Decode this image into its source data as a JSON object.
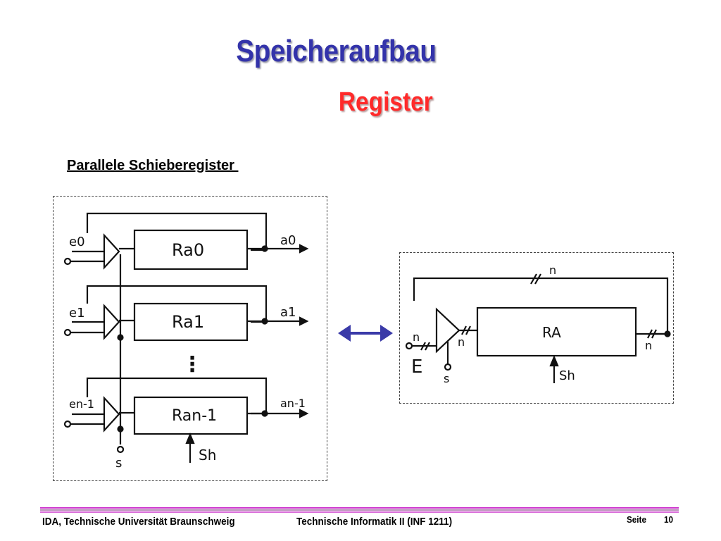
{
  "slide": {
    "title": "Speicheraufbau",
    "subtitle": "Register",
    "section_heading": "Parallele Schieberegister "
  },
  "diagram_left": {
    "inputs": [
      "e0",
      "e1",
      "en-1"
    ],
    "registers": [
      "Ra0",
      "Ra1",
      "Ran-1"
    ],
    "outputs": [
      "a0",
      "a1",
      "an-1"
    ],
    "ellipsis": "⋮",
    "select_label": "s",
    "shift_label": "Sh"
  },
  "diagram_right": {
    "bus_width": "n",
    "input_label": "E",
    "register": "RA",
    "select_label": "s",
    "shift_label": "Sh"
  },
  "equivalence_arrow_color": "#3a3aa8",
  "footer": {
    "institution": "IDA, Technische Universität Braunschweig",
    "course": "Technische Informatik II (INF 1211)",
    "page_label": "Seite",
    "page_number": "10"
  },
  "colors": {
    "title": "#3333aa",
    "subtitle": "#ff2a2a",
    "footer_rule": "#cc33cc"
  }
}
